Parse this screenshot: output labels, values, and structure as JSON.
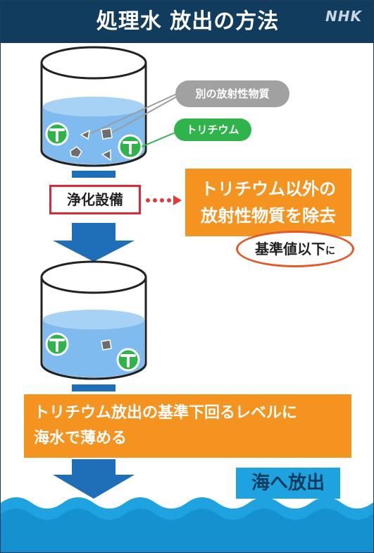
{
  "header": {
    "title": "処理水 放出の方法",
    "logo": "NHK"
  },
  "labels": {
    "other_radioactive": "別の放射性物質",
    "tritium": "トリチウム",
    "purification": "浄化設備"
  },
  "callout1": {
    "line1": "トリチウム以外の",
    "line2": "放射性物質を除去"
  },
  "standard": {
    "main": "基準値以下",
    "suffix": "に"
  },
  "callout2": {
    "line1": "トリチウム放出の基準下回るレベルに",
    "line2": "海水で薄める"
  },
  "sea_release": "海へ放出",
  "icons": [
    "tritium-badge-icon",
    "debris-particle-icon",
    "down-arrow-icon",
    "wave-icon"
  ],
  "colors": {
    "header": "#123c5e",
    "water": "#7fbbee",
    "orange": "#f4931f",
    "green": "#2fb34a",
    "sea": "#1fa3e0",
    "arrow": "#1e6fb8",
    "red_border": "#d62b3b"
  }
}
